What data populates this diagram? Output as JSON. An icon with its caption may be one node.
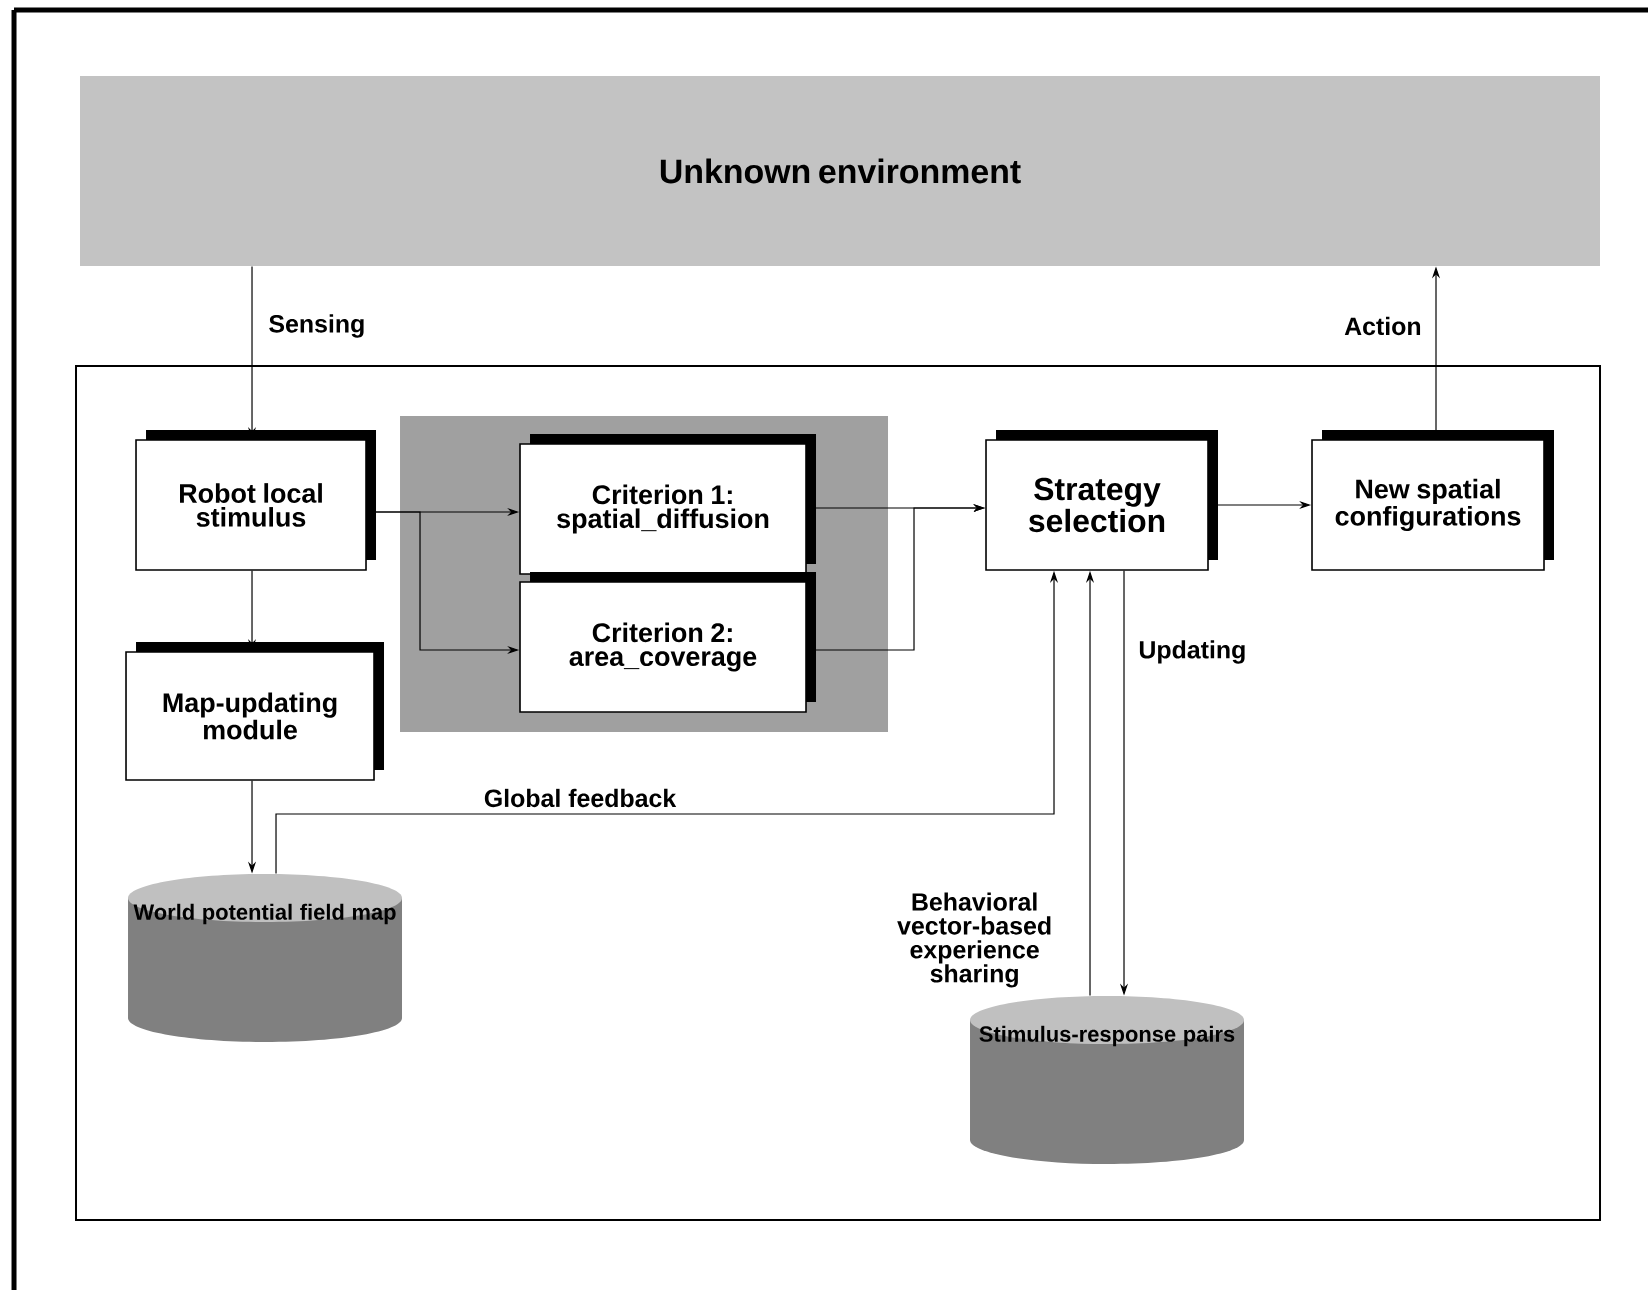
{
  "diagram": {
    "nodes": [
      {
        "text": [
          "Unknown environment"
        ]
      },
      {
        "text": [],
        "shape": "box"
      },
      {
        "text": [],
        "shape": "box",
        "in": 1
      },
      {
        "text": [
          "Robot local stimulus"
        ],
        "in": 1
      },
      {
        "text": [
          "Criterion 1: spatial_diffusion"
        ],
        "in": 2
      },
      {
        "text": [
          "Criterion 2: area_coverage"
        ],
        "in": 2
      },
      {
        "text": [
          "Strategy selection"
        ],
        "in": 1
      },
      {
        "text": [
          "New spatial configurations"
        ],
        "in": 1
      },
      {
        "text": [
          "Map-updating module"
        ],
        "in": 1
      },
      {
        "text": [
          "World potential field map"
        ],
        "in": 1
      },
      {
        "text": [
          "Stimulus-response pairs"
        ],
        "in": 1
      }
    ],
    "edges": [
      {
        "from": 0,
        "to": 3,
        "arrow": "to",
        "label": "Sensing"
      },
      {
        "from": 7,
        "to": 0,
        "arrow": "to",
        "label": "Action"
      },
      {
        "from": 3,
        "to": 4,
        "arrow": "to"
      },
      {
        "from": 3,
        "to": 5,
        "arrow": "to"
      },
      {
        "from": 4,
        "to": 6,
        "arrow": "to"
      },
      {
        "from": 5,
        "to": 6,
        "arrow": "to"
      },
      {
        "from": 3,
        "to": 8,
        "arrow": "to"
      },
      {
        "from": 8,
        "to": 9,
        "arrow": "to"
      },
      {
        "from": 9,
        "to": 6,
        "arrow": "to",
        "label": "Global feedback"
      },
      {
        "from": 10,
        "to": 6,
        "arrow": "to",
        "label": "Behavioral vector-based experience sharing"
      },
      {
        "from": 6,
        "to": 10,
        "arrow": "to",
        "label": "Updating"
      },
      {
        "from": 6,
        "to": 7,
        "arrow": "to"
      }
    ]
  }
}
